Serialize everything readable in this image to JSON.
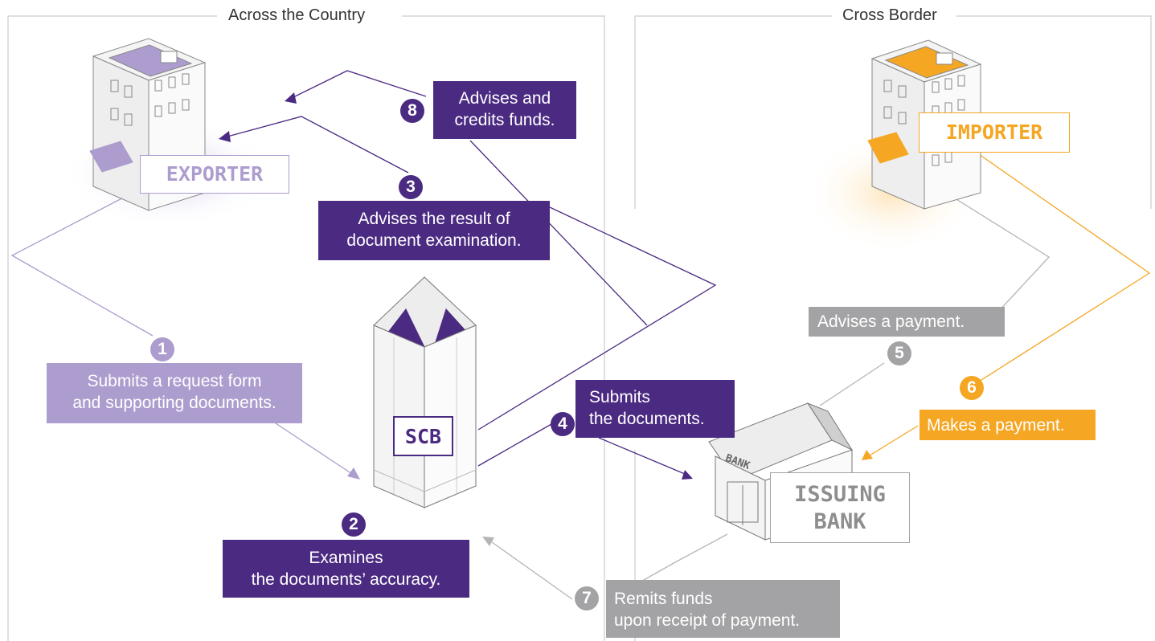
{
  "sections": {
    "domestic": "Across the Country",
    "cross_border": "Cross Border"
  },
  "entities": {
    "exporter": "EXPORTER",
    "importer": "IMPORTER",
    "scb": "SCB",
    "issuing_bank_line1": "ISSUING",
    "issuing_bank_line2": "BANK",
    "bank_sign": "BANK"
  },
  "steps": [
    {
      "number": "1",
      "lines": [
        "Submits a request form",
        "and supporting documents."
      ]
    },
    {
      "number": "2",
      "lines": [
        "Examines",
        "the documents’ accuracy."
      ]
    },
    {
      "number": "3",
      "lines": [
        "Advises the result of",
        "document examination."
      ]
    },
    {
      "number": "4",
      "lines": [
        "Submits",
        "the documents."
      ]
    },
    {
      "number": "5",
      "lines": [
        "Advises a payment."
      ]
    },
    {
      "number": "6",
      "lines": [
        "Makes a payment."
      ]
    },
    {
      "number": "7",
      "lines": [
        "Remits funds",
        "upon receipt of payment."
      ]
    },
    {
      "number": "8",
      "lines": [
        "Advises and",
        "credits funds."
      ]
    }
  ],
  "colors": {
    "purple": "#4b2a82",
    "lilac": "#ad9cce",
    "grey": "#a3a3a5",
    "orange": "#f5a623"
  }
}
